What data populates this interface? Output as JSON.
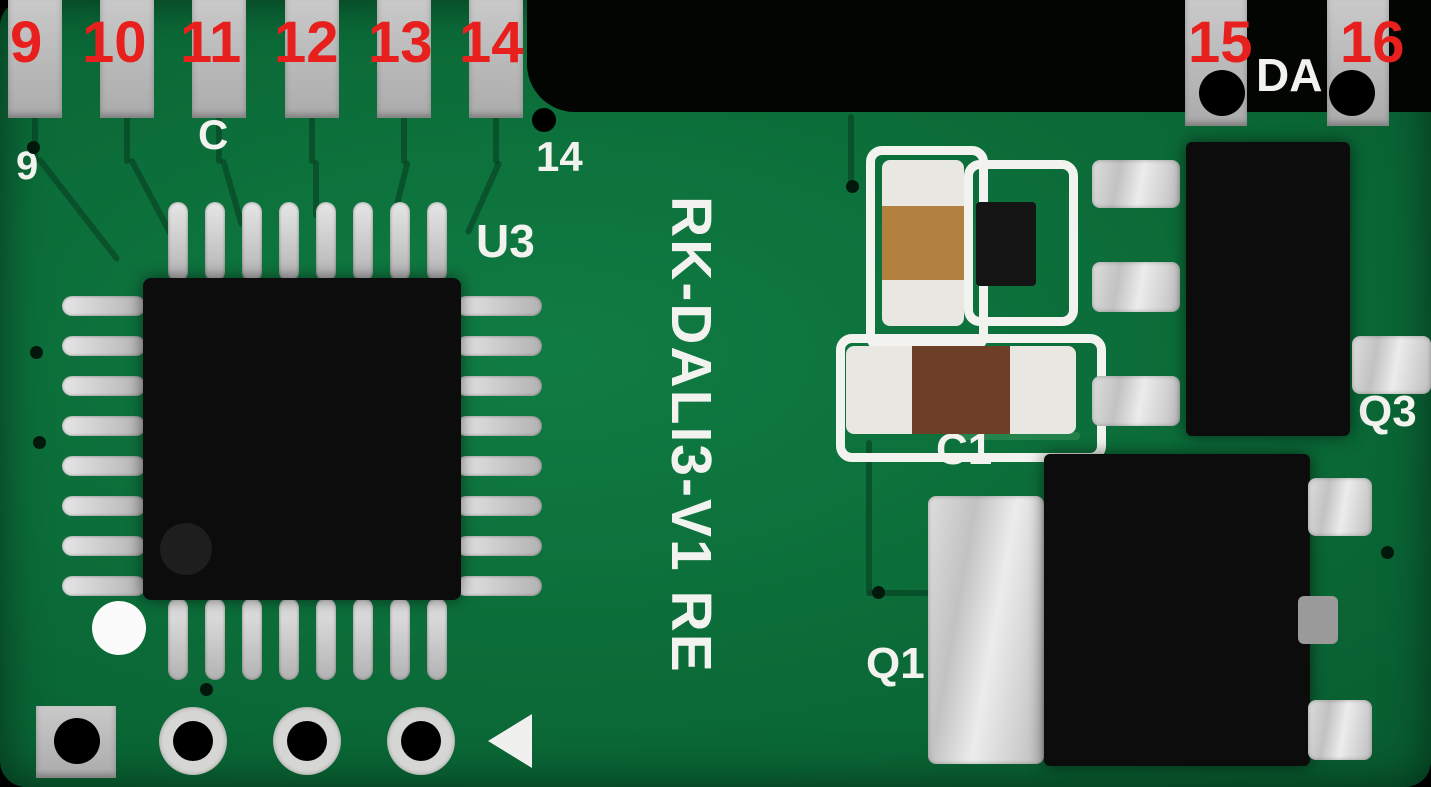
{
  "board": {
    "id_text": "RK-DALI3-V1 RE",
    "colors": {
      "solder_mask_green": "#0b6b38",
      "silkscreen_white": "#f2f2ef",
      "annotation_red": "#e8201d",
      "pad_gray": "#bcbcbc",
      "component_black": "#0d0d0d",
      "capacitor_brown": "#6e3f27",
      "capacitor_tan": "#b3813f"
    }
  },
  "edge_pads": {
    "left_labels": [
      "9",
      "10",
      "11",
      "12",
      "13",
      "14"
    ],
    "right_labels": [
      "15",
      "16"
    ]
  },
  "silkscreen": {
    "da_label": "DA",
    "c_label": "C",
    "pin9_label": "9",
    "pin14_label": "14",
    "u3_label": "U3",
    "c1_label": "C1",
    "q1_label": "Q1",
    "q3_label": "Q3"
  }
}
